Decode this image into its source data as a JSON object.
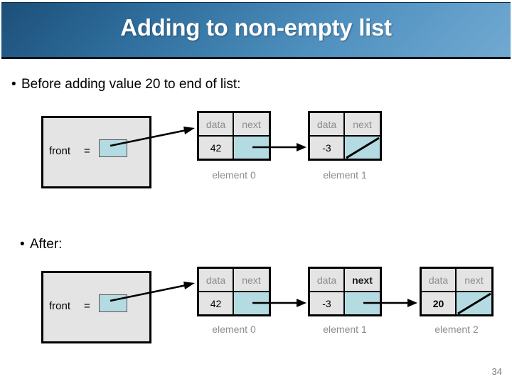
{
  "slide": {
    "title": "Adding to non-empty list",
    "page_number": "34",
    "bullet_char": "•",
    "accent_color": "#2e6d9c",
    "node_next_color": "#b5dbe2",
    "node_cell_color": "#e4e4e4"
  },
  "sections": [
    {
      "id": "before",
      "bullet": "Before adding value 20 to end of list:",
      "front": {
        "label": "front",
        "equals": "="
      },
      "nodes": [
        {
          "header": {
            "data": "data",
            "next": "next"
          },
          "header_highlight": {
            "data": false,
            "next": false
          },
          "value": "42",
          "value_highlight": false,
          "next_is_null": false,
          "caption": "element 0"
        },
        {
          "header": {
            "data": "data",
            "next": "next"
          },
          "header_highlight": {
            "data": false,
            "next": false
          },
          "value": "-3",
          "value_highlight": false,
          "next_is_null": true,
          "caption": "element 1"
        }
      ]
    },
    {
      "id": "after",
      "bullet": "After:",
      "front": {
        "label": "front",
        "equals": "="
      },
      "nodes": [
        {
          "header": {
            "data": "data",
            "next": "next"
          },
          "header_highlight": {
            "data": false,
            "next": false
          },
          "value": "42",
          "value_highlight": false,
          "next_is_null": false,
          "caption": "element 0"
        },
        {
          "header": {
            "data": "data",
            "next": "next"
          },
          "header_highlight": {
            "data": false,
            "next": true
          },
          "value": "-3",
          "value_highlight": false,
          "next_is_null": false,
          "caption": "element 1"
        },
        {
          "header": {
            "data": "data",
            "next": "next"
          },
          "header_highlight": {
            "data": false,
            "next": false
          },
          "value": "20",
          "value_highlight": true,
          "next_is_null": true,
          "caption": "element 2"
        }
      ]
    }
  ]
}
